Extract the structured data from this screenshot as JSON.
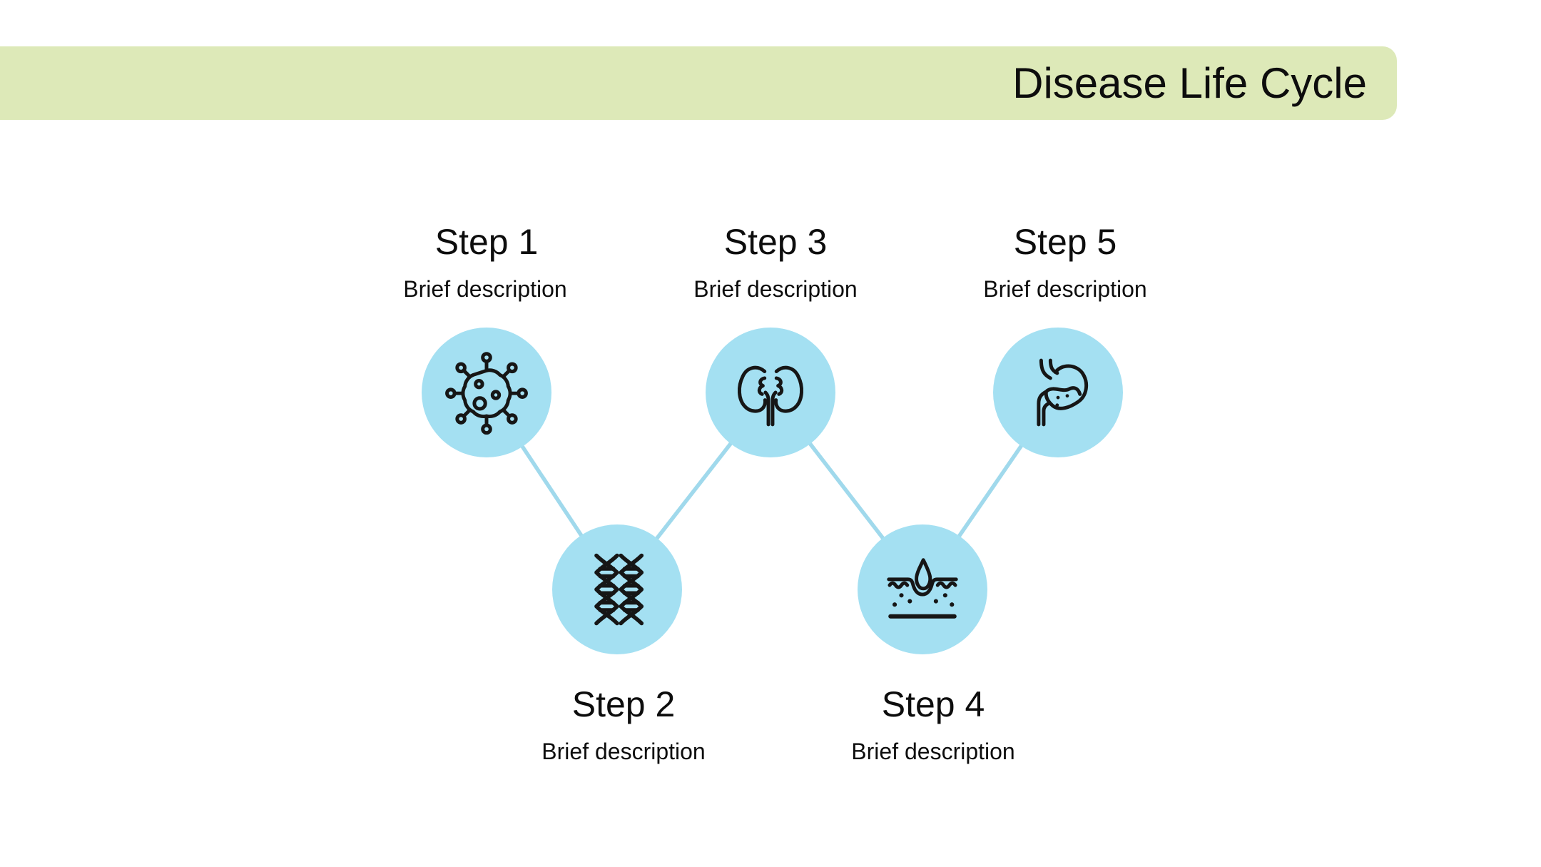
{
  "banner": {
    "title": "Disease Life Cycle"
  },
  "colors": {
    "banner": "#dde9b8",
    "circle": "#a4e0f2",
    "connector": "#a0d9ec",
    "text": "#0d0d0d",
    "background": "#ffffff"
  },
  "steps": [
    {
      "title": "Step 1",
      "description": "Brief description",
      "icon": "virus-icon",
      "row": "top"
    },
    {
      "title": "Step 2",
      "description": "Brief description",
      "icon": "dna-icon",
      "row": "bottom"
    },
    {
      "title": "Step 3",
      "description": "Brief description",
      "icon": "kidneys-icon",
      "row": "top"
    },
    {
      "title": "Step 4",
      "description": "Brief description",
      "icon": "skin-icon",
      "row": "bottom"
    },
    {
      "title": "Step 5",
      "description": "Brief description",
      "icon": "stomach-icon",
      "row": "top"
    }
  ]
}
